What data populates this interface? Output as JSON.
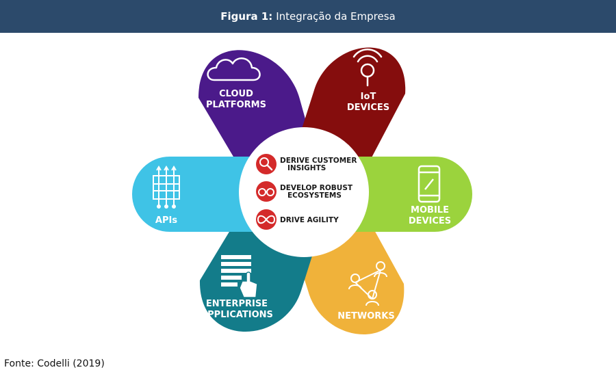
{
  "figure": {
    "label": "Figura 1:",
    "title": "Integração da Empresa"
  },
  "source": "Fonte: Codelli (2019)",
  "colors": {
    "header_bg": "#2c4a6b",
    "cloud": "#4b1a8a",
    "iot": "#850d0d",
    "mobile": "#9bd33d",
    "networks": "#f0b23a",
    "enterprise": "#137c8a",
    "apis": "#3fc3e6",
    "center_icon": "#d42a2a"
  },
  "petals": {
    "cloud": {
      "line1": "CLOUD",
      "line2": "PLATFORMS",
      "icon": "cloud-icon"
    },
    "iot": {
      "line1": "IoT",
      "line2": "DEVICES",
      "icon": "wifi-sensor-icon"
    },
    "mobile": {
      "line1": "MOBILE",
      "line2": "DEVICES",
      "icon": "smartphone-icon"
    },
    "networks": {
      "line1": "NETWORKS",
      "icon": "network-people-icon"
    },
    "enterprise": {
      "line1": "ENTERPRISE",
      "line2": "APPLICATIONS",
      "icon": "document-touch-icon"
    },
    "apis": {
      "line1": "APIs",
      "icon": "api-connector-icon"
    }
  },
  "center": {
    "item1": {
      "line1": "DERIVE CUSTOMER",
      "line2": "INSIGHTS",
      "icon": "magnifier-icon"
    },
    "item2": {
      "line1": "DEVELOP ROBUST",
      "line2": "ECOSYSTEMS",
      "icon": "binoculars-icon"
    },
    "item3": {
      "line1": "DRIVE AGILITY",
      "icon": "infinity-icon"
    }
  }
}
